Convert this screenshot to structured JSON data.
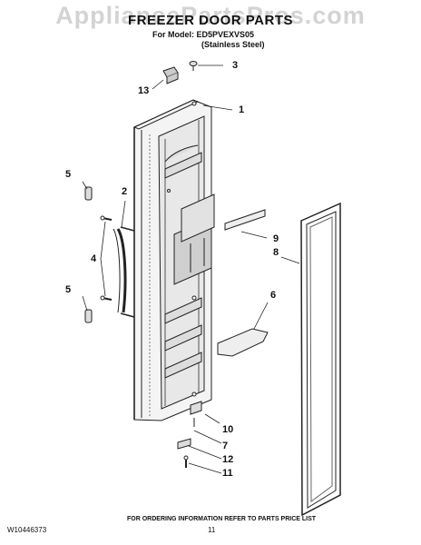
{
  "watermark": "AppliancePartsPros.com",
  "header": {
    "title": "FREEZER DOOR PARTS",
    "model": "For Model: ED5PVEXVS05",
    "finish": "(Stainless Steel)"
  },
  "callouts": [
    "1",
    "2",
    "3",
    "4",
    "5",
    "5",
    "6",
    "7",
    "8",
    "9",
    "10",
    "11",
    "12",
    "13"
  ],
  "footer": {
    "doc_number": "W10446373",
    "ordering_info": "FOR ORDERING INFORMATION REFER TO PARTS PRICE LIST",
    "page": "11"
  }
}
